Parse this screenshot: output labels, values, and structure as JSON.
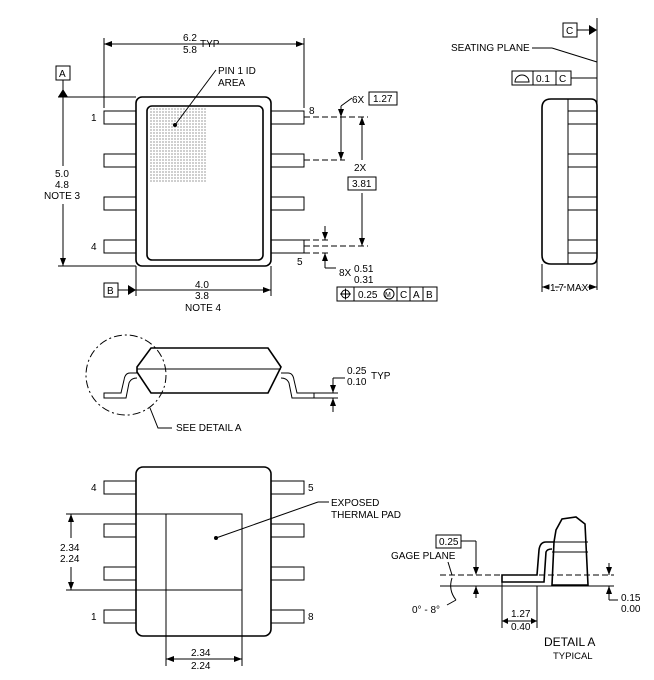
{
  "top_view": {
    "dim_width_max": "6.2",
    "dim_width_typ": "TYP",
    "dim_width_min": "5.8",
    "datum_a": "A",
    "datum_b": "B",
    "pin1_label_line1": "PIN 1 ID",
    "pin1_label_line2": "AREA",
    "pin_1": "1",
    "pin_4": "4",
    "pin_5": "5",
    "pin_8": "8",
    "dim_pitch_prefix": "6X",
    "dim_pitch": "1.27",
    "dim_span_prefix": "2X",
    "dim_span": "3.81",
    "dim_len_max": "5.0",
    "dim_len_min": "4.8",
    "dim_len_note": "NOTE 3",
    "dim_body_max": "4.0",
    "dim_body_min": "3.8",
    "dim_body_note": "NOTE 4",
    "dim_lead_prefix": "8X",
    "dim_lead_max": "0.51",
    "dim_lead_min": "0.31",
    "tol_position": "0.25",
    "tol_modifier": "M",
    "tol_ref_c": "C",
    "tol_ref_a": "A",
    "tol_ref_b": "B"
  },
  "side_view": {
    "datum_c": "C",
    "seating_plane": "SEATING PLANE",
    "flatness_value": "0.1",
    "flatness_ref": "C",
    "height_max": "1.7 MAX"
  },
  "front_view": {
    "see_detail": "SEE DETAIL A",
    "lead_thk_max": "0.25",
    "lead_thk_min": "0.10",
    "lead_thk_typ": "TYP"
  },
  "bottom_view": {
    "pin_1": "1",
    "pin_4": "4",
    "pin_5": "5",
    "pin_8": "8",
    "pad_label_line1": "EXPOSED",
    "pad_label_line2": "THERMAL PAD",
    "pad_h_max": "2.34",
    "pad_h_min": "2.24",
    "pad_w_max": "2.34",
    "pad_w_min": "2.24"
  },
  "detail_a": {
    "gage_value": "0.25",
    "gage_plane": "GAGE PLANE",
    "angle": "0° - 8°",
    "foot_max": "1.27",
    "foot_min": "0.40",
    "standoff_max": "0.15",
    "standoff_min": "0.00",
    "title": "DETAIL A",
    "subtitle": "TYPICAL"
  }
}
